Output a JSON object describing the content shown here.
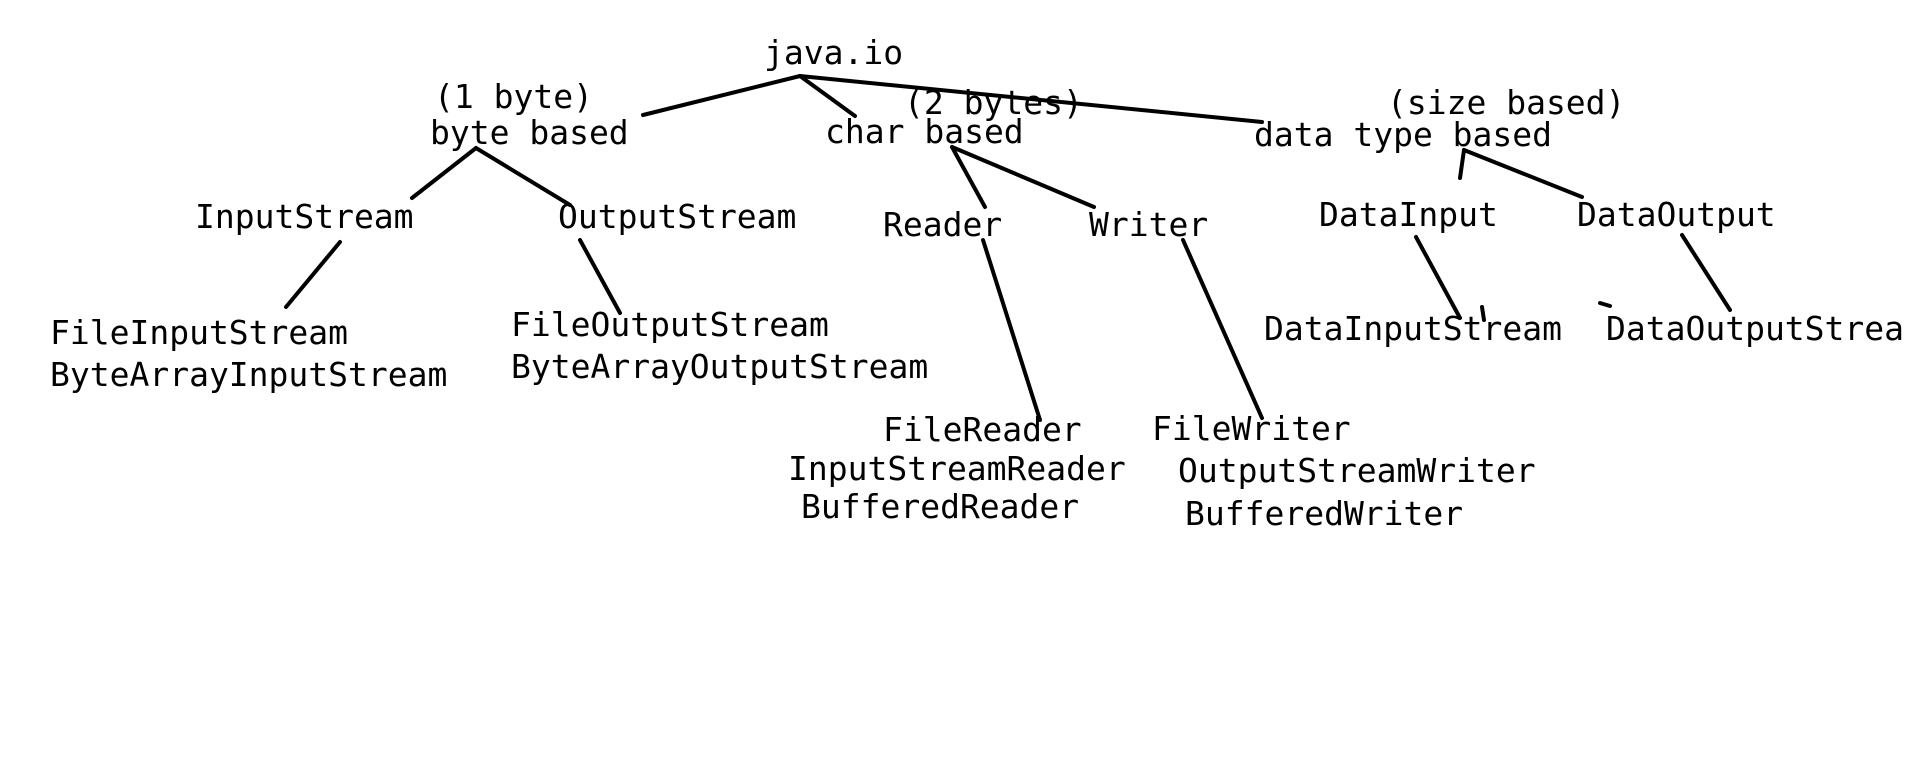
{
  "diagram": {
    "root": "java.io",
    "categories": {
      "byte": {
        "note": "(1 byte)",
        "label": "byte based"
      },
      "char": {
        "note": "(2 bytes)",
        "label": "char based"
      },
      "data": {
        "note": "(size based)",
        "label": "data type based"
      }
    },
    "interfaces": {
      "input_stream": "InputStream",
      "output_stream": "OutputStream",
      "reader": "Reader",
      "writer": "Writer",
      "data_input": "DataInput",
      "data_output": "DataOutput"
    },
    "classes": {
      "input_stream": [
        "FileInputStream",
        "ByteArrayInputStream"
      ],
      "output_stream": [
        "FileOutputStream",
        "ByteArrayOutputStream"
      ],
      "reader": [
        "FileReader",
        "InputStreamReader",
        "BufferedReader"
      ],
      "writer": [
        "FileWriter",
        "OutputStreamWriter",
        "BufferedWriter"
      ],
      "data_input": [
        "DataInputStream"
      ],
      "data_output": [
        "DataOutputStrea"
      ]
    }
  }
}
